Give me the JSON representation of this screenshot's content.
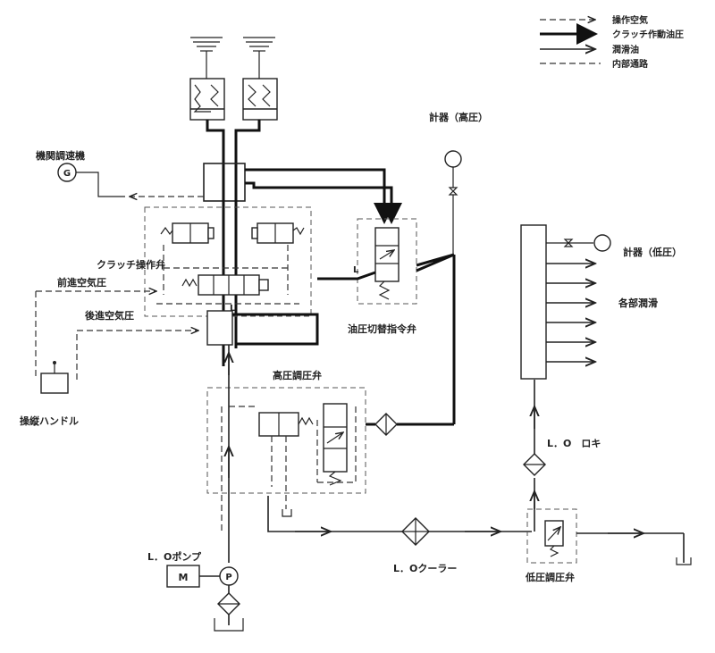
{
  "legend": {
    "items": [
      {
        "label": "操作空気",
        "style": "thin-arrow-dashed"
      },
      {
        "label": "クラッチ作動油圧",
        "style": "thick-arrow"
      },
      {
        "label": "潤滑油",
        "style": "medium-arrow"
      },
      {
        "label": "内部通路",
        "style": "dashed"
      }
    ]
  },
  "labels": {
    "engine_governor": "機関調速機",
    "governor_symbol": "G",
    "clutch_valve": "クラッチ操作弁",
    "ahead_air": "前進空気圧",
    "astern_air": "後進空気圧",
    "control_handle": "操縦ハンドル",
    "gauge_high": "計器（高圧）",
    "gauge_low": "計器（低圧）",
    "pressure_switch_valve": "油圧切替指令弁",
    "high_pressure_valve": "高圧調圧弁",
    "lo_pump": "L．Oポンプ",
    "motor_symbol": "M",
    "pump_symbol": "P",
    "lo_cooler": "L．Oクーラー",
    "lo_filter": "L．O　ロキ",
    "low_pressure_valve": "低圧調圧弁",
    "lubrication_points": "各部潤滑",
    "port_L": "L",
    "port_L2": "L"
  }
}
